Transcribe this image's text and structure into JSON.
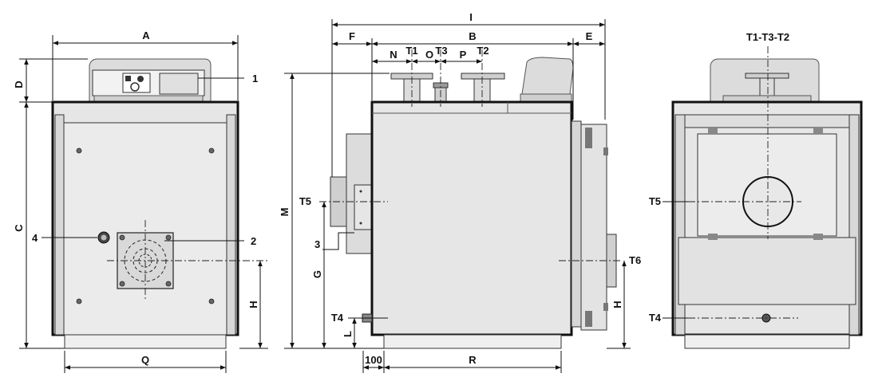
{
  "dimension_labels": {
    "A": "A",
    "B": "B",
    "C": "C",
    "D": "D",
    "E": "E",
    "F": "F",
    "G": "G",
    "H": "H",
    "I": "I",
    "L": "L",
    "M": "M",
    "N": "N",
    "O": "O",
    "P": "P",
    "Q": "Q",
    "R": "R",
    "T1": "T1",
    "T2": "T2",
    "T3": "T3",
    "T4": "T4",
    "T5": "T5",
    "T6": "T6",
    "offset": "100"
  },
  "callouts": {
    "c1": "1",
    "c2": "2",
    "c3": "3",
    "c4": "4"
  },
  "rear_view_label": "T1-T3-T2",
  "colors": {
    "casing": "#e6e6e6",
    "outline": "#111111",
    "dim_line": "#111111",
    "cap": "#dcdcdc"
  }
}
